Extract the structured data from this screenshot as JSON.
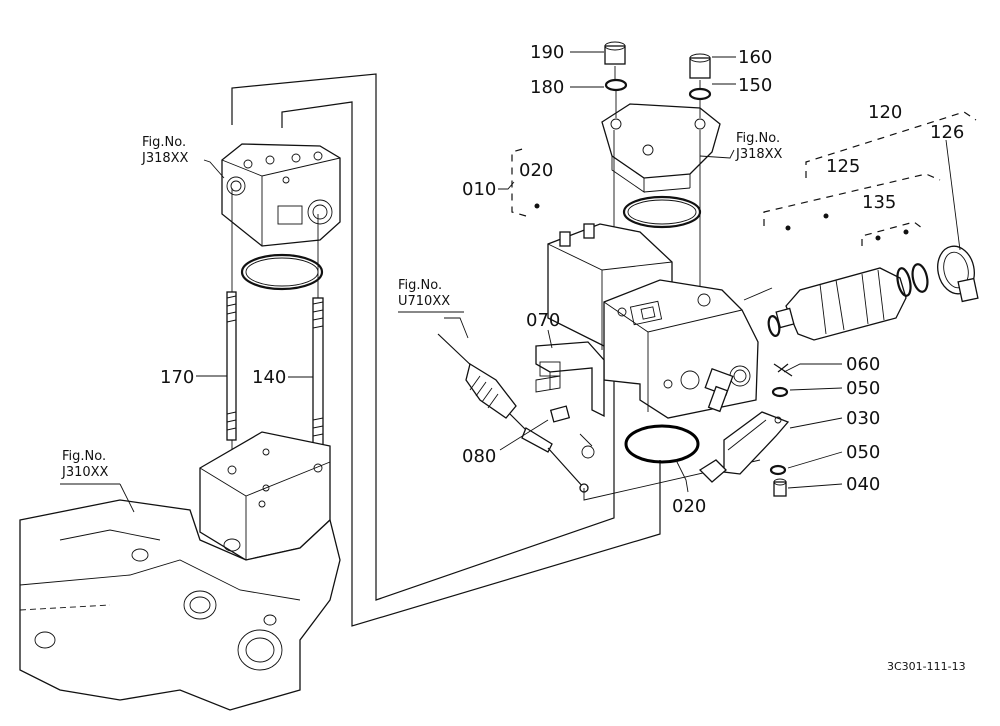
{
  "callouts": {
    "c190": "190",
    "c180": "180",
    "c160": "160",
    "c150": "150",
    "c120": "120",
    "c126": "126",
    "c125": "125",
    "c135": "135",
    "c010": "010",
    "c020_top": "020",
    "c070": "070",
    "c080": "080",
    "c060": "060",
    "c050_a": "050",
    "c030": "030",
    "c050_b": "050",
    "c040": "040",
    "c020_bottom": "020",
    "c170": "170",
    "c140": "140"
  },
  "figure_refs": {
    "j318_left_a": "Fig.No.",
    "j318_left_b": "J318XX",
    "j318_right_a": "Fig.No.",
    "j318_right_b": "J318XX",
    "u710_a": "Fig.No.",
    "u710_b": "U710XX",
    "j310_a": "Fig.No.",
    "j310_b": "J310XX"
  },
  "drawing_code": "3C301-111-13"
}
